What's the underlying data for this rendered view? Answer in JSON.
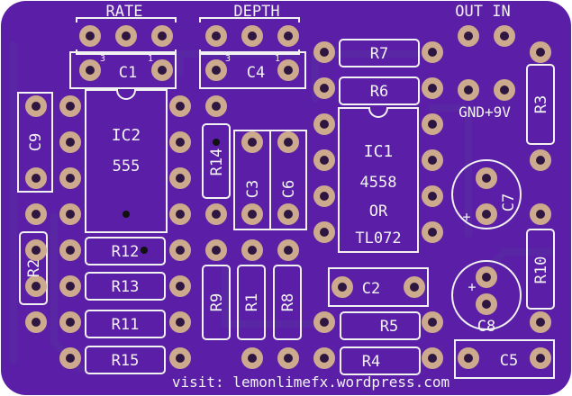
{
  "board": {
    "colors": {
      "board": "#5a1fa6",
      "silk": "#f2f2f2",
      "pad": "#cda98d",
      "hole": "#2d1740"
    },
    "headers": {
      "rate": "RATE",
      "depth": "DEPTH",
      "out_in": "OUT IN",
      "gnd_9v": "GND+9V",
      "pin3": "3",
      "pin1": "1"
    },
    "ics": {
      "ic2_ref": "IC2",
      "ic2_part": "555",
      "ic1_ref": "IC1",
      "ic1_part": "4558",
      "ic1_or": "OR",
      "ic1_alt": "TL072"
    },
    "components": {
      "c1": "C1",
      "c4": "C4",
      "c9": "C9",
      "r14": "R14",
      "c3": "C3",
      "c6": "C6",
      "r7": "R7",
      "r6": "R6",
      "r3": "R3",
      "c7": "C7",
      "r12": "R12",
      "r2": "R2",
      "r13": "R13",
      "r11": "R11",
      "r15": "R15",
      "r9": "R9",
      "r1": "R1",
      "r8": "R8",
      "c2": "C2",
      "r5": "R5",
      "r4": "R4",
      "r10": "R10",
      "c8": "C8",
      "c5": "C5",
      "plus": "+"
    },
    "footer": "visit: lemonlimefx.wordpress.com"
  }
}
